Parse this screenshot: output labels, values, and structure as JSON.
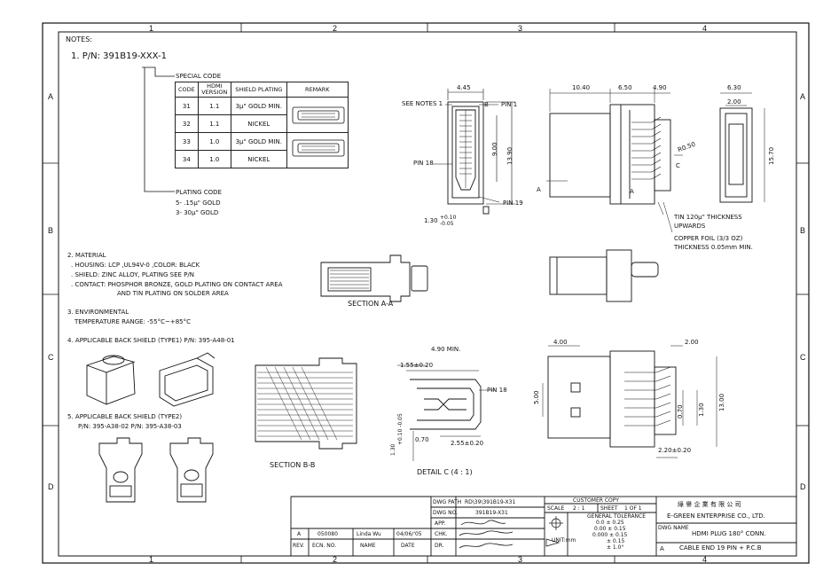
{
  "zones": {
    "cols": [
      "1",
      "2",
      "3",
      "4"
    ],
    "rows": [
      "A",
      "B",
      "C",
      "D"
    ]
  },
  "notes": {
    "heading": "NOTES:",
    "pn_line": "1. P/N: 391B19-XXX-1",
    "special_code": "SPECIAL CODE",
    "table": {
      "headers": [
        "CODE",
        "HDMI VERSION",
        "SHIELD PLATING",
        "REMARK"
      ],
      "rows": [
        {
          "code": "31",
          "version": "1.1",
          "plating": "3μ\" GOLD MIN."
        },
        {
          "code": "32",
          "version": "1.1",
          "plating": "NICKEL"
        },
        {
          "code": "33",
          "version": "1.0",
          "plating": "3μ\" GOLD MIN."
        },
        {
          "code": "34",
          "version": "1.0",
          "plating": "NICKEL"
        }
      ]
    },
    "plating_code": "PLATING CODE",
    "plating_5": "5- .15μ\" GOLD",
    "plating_3": "3- 30μ\" GOLD",
    "material_title": "2. MATERIAL",
    "material_1": ". HOUSING: LCP ,UL94V-0 ,COLOR: BLACK",
    "material_2": ". SHIELD: ZINC ALLOY, PLATING SEE P/N",
    "material_3": ". CONTACT: PHOSPHOR BRONZE, GOLD PLATING ON CONTACT AREA",
    "material_4": "AND TIN PLATING ON SOLDER AREA",
    "env_title": "3. ENVIRONMENTAL",
    "env_1": "TEMPERATURE RANGE: -55°C~+85°C",
    "shield1": "4. APPLICABLE BACK SHIELD (TYPE1) P/N: 395-A48-01",
    "shield2": "5. APPLICABLE BACK SHIELD (TYPE2)",
    "shield2_pn": "P/N: 395-A38-02   P/N: 395-A38-03"
  },
  "views": {
    "see_notes": "SEE NOTES 1",
    "b": "B",
    "pin1": "PIN 1",
    "pin18": "PIN 18",
    "pin19": "PIN 19",
    "pin18_detail": "PIN 18",
    "dim_445": "4.45",
    "dim_900": "9.00",
    "dim_1390": "13.90",
    "dim_130": "1.30",
    "tol_130": "+0.10 -0.05",
    "a_mark": "A",
    "dim_1040": "10.40",
    "dim_650": "6.50",
    "dim_490": "4.90",
    "dim_630": "6.30",
    "dim_200a": "2.00",
    "dim_1570": "15.70",
    "r050": "R0.50",
    "c": "C",
    "tin_1": "TIN 120μ\" THICKNESS",
    "tin_2": "UPWARDS",
    "copper_1": "COPPER FOIL (3/3 OZ)",
    "copper_2": "THICKNESS 0.05mm MIN.",
    "section_aa": "SECTION A-A",
    "section_bb": "SECTION B-B",
    "detail_c": "DETAIL C (4 : 1)",
    "dim_490min": "4.90 MIN.",
    "dim_155": "1.55±0.20",
    "dim_070": "0.70",
    "dim_255": "2.55±0.20",
    "dim_400": "4.00",
    "dim_200b": "2.00",
    "dim_500": "5.00",
    "dim_070b": "0.70",
    "dim_130b": "1.30",
    "dim_1300": "13.00",
    "dim_220": "2.20±0.20"
  },
  "title_block": {
    "dwg_path_label": "DWG PATH",
    "dwg_path": "RD\\39\\391B19-X31",
    "dwg_no_label": "DWG NO.",
    "dwg_no": "391B19-X31",
    "customer_copy": "CUSTOMER COPY",
    "scale_label": "SCALE",
    "scale": "2 : 1",
    "sheet_label": "SHEET",
    "sheet": "1 OF 1",
    "app": "APP.",
    "chk": "CHK.",
    "dr": "DR.",
    "gen_tol": "GENERAL TOLERANCE",
    "tol_0": "0.0  ± 0.25",
    "tol_00": "0.00  ± 0.15",
    "tol_000": "0.000 ± 0.15",
    "tol_x": "± 0.15",
    "tol_deg": "± 1.0°",
    "unit": "UNIT:mm",
    "company_cn": "綠 譽 企 業 有 限 公 司",
    "company_en": "E-GREEN ENTERPRISE CO., LTD.",
    "dwg_name_label": "DWG NAME",
    "dwg_name_1": "HDMI PLUG 180° CONN.",
    "dwg_name_2": "CABLE END 19 PIN + P.C.B",
    "rev_a": "A",
    "rev_header": [
      "REV.",
      "ECN. NO.",
      "NAME",
      "DATE"
    ],
    "rev_row": [
      "A",
      "050080",
      "Linda Wu",
      "04/06/'05"
    ]
  }
}
